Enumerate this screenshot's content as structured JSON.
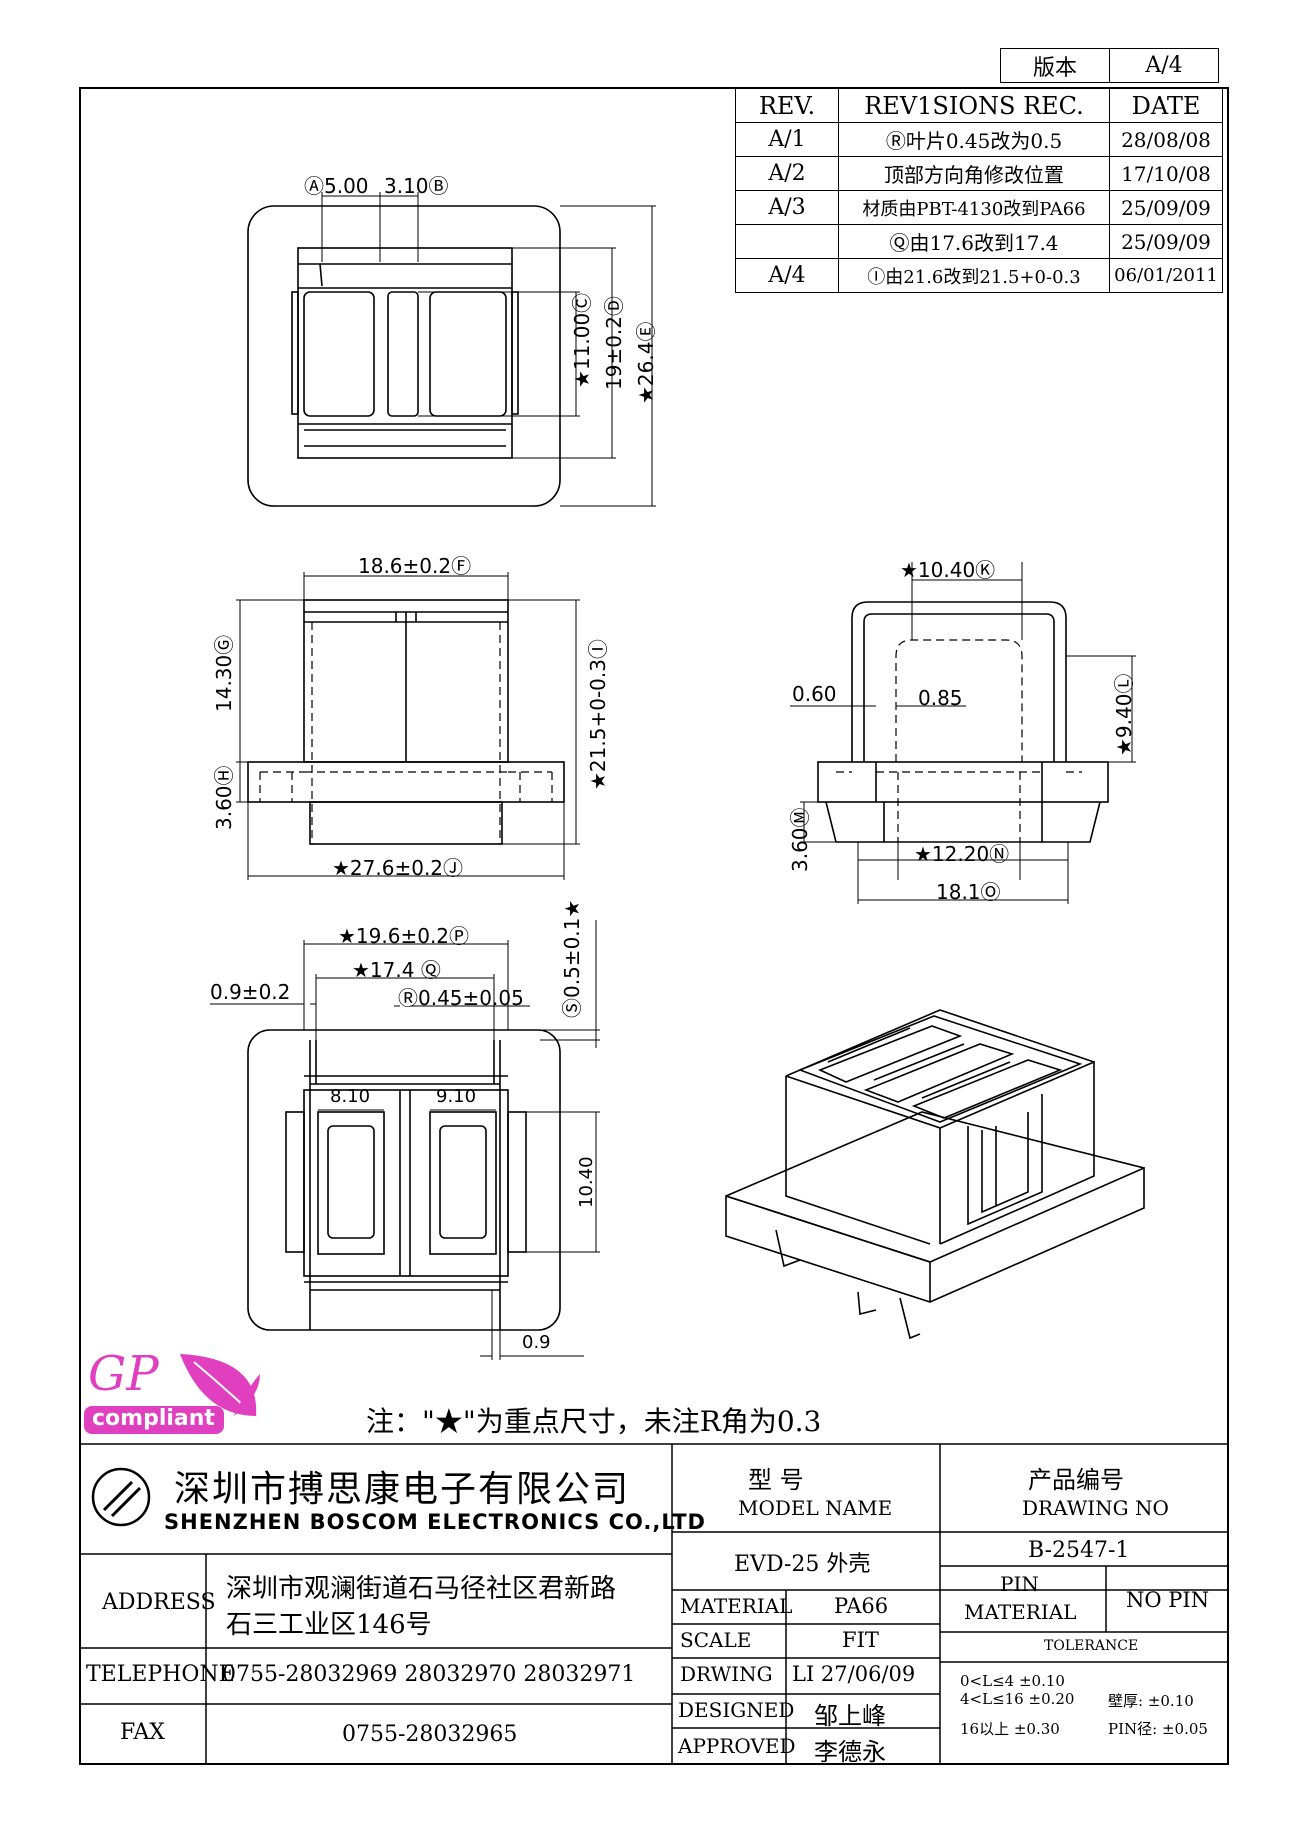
{
  "version_box": {
    "label": "版本",
    "value": "A/4"
  },
  "revisions": {
    "headers": [
      "REV.",
      "REV1SIONS REC.",
      "DATE"
    ],
    "rows": [
      {
        "rev": "A/1",
        "rec": "Ⓡ叶片0.45改为0.5",
        "date": "28/08/08"
      },
      {
        "rev": "A/2",
        "rec": "顶部方向角修改位置",
        "date": "17/10/08"
      },
      {
        "rev": "A/3",
        "rec": "材质由PBT-4130改到PA66",
        "date": "25/09/09"
      },
      {
        "rev": "",
        "rec": "Ⓠ由17.6改到17.4",
        "date": "25/09/09"
      },
      {
        "rev": "A/4",
        "rec": "Ⓘ由21.6改到21.5+0-0.3",
        "date": "06/01/2011"
      }
    ]
  },
  "dims": {
    "top_a": "Ⓐ5.00",
    "top_b": "3.10Ⓑ",
    "top_c": "★11.00Ⓒ",
    "top_d": "19±0.2Ⓓ",
    "top_e": "★26.4Ⓔ",
    "front_f": "18.6±0.2Ⓕ",
    "front_g": "14.30Ⓖ",
    "front_h": "3.60Ⓗ",
    "front_i": "★21.5+0-0.3Ⓘ",
    "front_j": "★27.6±0.2Ⓙ",
    "side_k": "★10.40Ⓚ",
    "side_060": "0.60",
    "side_085": "0.85",
    "side_l": "★9.40Ⓛ",
    "side_m": "3.60Ⓜ",
    "side_n": "★12.20Ⓝ",
    "side_o": "18.1Ⓞ",
    "bot_p": "★19.6±0.2Ⓟ",
    "bot_q": "★17.4 Ⓠ",
    "bot_09": "0.9±0.2",
    "bot_r": "Ⓡ0.45±0.05",
    "bot_s": "Ⓢ0.5±0.1★",
    "bot_810": "8.10",
    "bot_910": "9.10",
    "bot_1040": "10.40",
    "bot_09b": "0.9"
  },
  "gp_logo": {
    "top": "GP",
    "bottom": "compliant"
  },
  "note": "注：\"★\"为重点尺寸，未注R角为0.3",
  "company": {
    "cn": "深圳市搏思康电子有限公司",
    "en": "SHENZHEN BOSCOM ELECTRONICS CO.,LTD"
  },
  "info": {
    "address_label": "ADDRESS",
    "address_1": "深圳市观澜街道石马径社区君新路",
    "address_2": "石三工业区146号",
    "telephone_label": "TELEPHONE",
    "telephone": "0755-28032969 28032970 28032971",
    "fax_label": "FAX",
    "fax": "0755-28032965"
  },
  "model": {
    "label_cn": "型    号",
    "label_en": "MODEL NAME",
    "value": "EVD-25 外壳"
  },
  "drawing_no": {
    "label_cn": "产品编号",
    "label_en": "DRAWING NO",
    "value": "B-2547-1"
  },
  "spec": {
    "material_label": "MATERIAL",
    "material": "PA66",
    "scale_label": "SCALE",
    "scale": "FIT",
    "drwing_label": "DRWING",
    "drwing": "LI 27/06/09",
    "designed_label": "DESIGNED",
    "designed": "邹上峰",
    "approved_label": "APPROVED",
    "approved": "李德永"
  },
  "pin": {
    "label_1": "PIN",
    "label_2": "MATERIAL",
    "value": "NO PIN"
  },
  "tolerance": {
    "label": "TOLERANCE",
    "r1": "0<L≤4  ±0.10",
    "r2": "4<L≤16  ±0.20",
    "r3": "16以上      ±0.30",
    "wall": "壁厚:    ±0.10",
    "pin": "PIN径:  ±0.05"
  }
}
